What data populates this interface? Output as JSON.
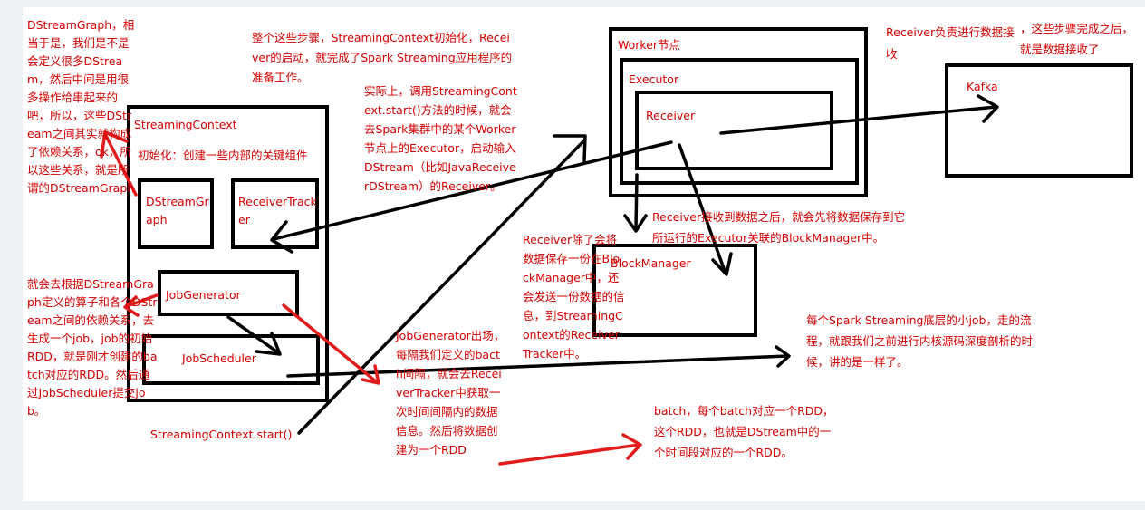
{
  "colors": {
    "annotation": "#d40000",
    "box_border": "#000000",
    "background": "#ffffff",
    "outer_background": "#eef2f7"
  },
  "notes": {
    "dstreamgraph": "DStreamGraph，相当于是，我们是不是会定义很多DStream，然后中间是用很多操作给串起来的吧，所以，这些DStream之间其实就构成了依赖关系，ok，所以这些关系，就是所谓的DStreamGraph",
    "jobgenerator": "就会去根据DStreamGraph定义的算子和各个DStream之间的依赖关系，去生成一个job，job的初始RDD，就是刚才创建的batch对应的RDD。然后通过JobScheduler提交job。",
    "steps": "整个这些步骤，StreamingContext初始化，Receiver的启动，就完成了Spark Streaming应用程序的准备工作。",
    "start_call": "实际上，调用StreamingContext.start()方法的时候，就会去Spark集群中的某个Worker节点上的Executor，启动输入DStream（比如JavaReceiverDStream）的Receiver。",
    "start_label": "StreamingContext.start()",
    "jobgen_every": "JobGenerator出场，每隔我们定义的bacth间隔，就会去ReceiverTracker中获取一次时间间隔内的数据信息。然后将数据创建为一个RDD",
    "receiver_send": "Receiver除了会将数据保存一份在BlockManager中，还会发送一份数据的信息，到StreamingContext的ReceiverTracker中。",
    "receiver_after": "Receiver接收到数据之后，就会先将数据保存到它所运行的Executor关联的BlockManager中。",
    "receiver_recv": "Receiver负责进行数据接收",
    "done": "，这些步骤完成之后，就是数据接收了",
    "small_job": "每个Spark Streaming底层的小job，走的流程，就跟我们之前进行内核源码深度剖析的时候，讲的是一样了。",
    "batch": "batch，每个batch对应一个RDD，这个RDD，也就是DStream中的一个时间段对应的一个RDD。"
  },
  "boxes": {
    "streaming_context": "StreamingContext",
    "init": "初始化：创建一些内部的关键组件",
    "dstream_graph": "DStreamGraph",
    "receiver_tracker": "ReceiverTracker",
    "job_generator": "JobGenerator",
    "job_scheduler": "JobScheduler",
    "worker": "Worker节点",
    "executor": "Executor",
    "receiver": "Receiver",
    "block_manager": "BlockManager",
    "kafka": "Kafka"
  }
}
